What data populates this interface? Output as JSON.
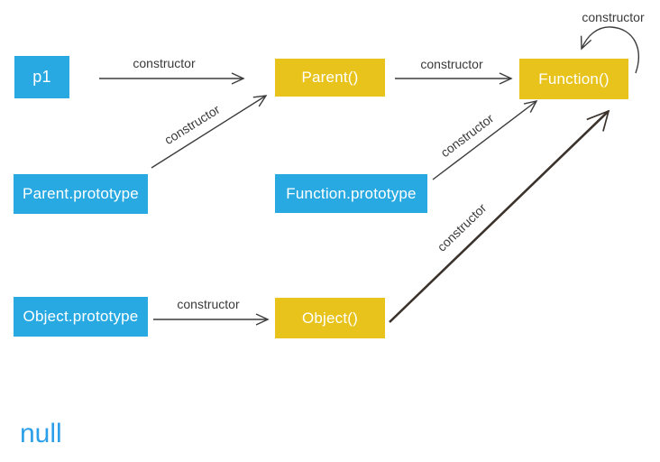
{
  "diagram": {
    "colors": {
      "instance_box": "#29A9E1",
      "function_box": "#E8C31B",
      "box_text": "#FFFFFF",
      "arrow": "#3C3C3C",
      "arrow_bold": "#3B332B",
      "edge_label_text": "#3A3A3A",
      "null_text": "#2B9FE8",
      "background": "#FFFFFF"
    },
    "nodes": [
      {
        "id": "p1",
        "label": "p1",
        "kind": "instance"
      },
      {
        "id": "parent-function",
        "label": "Parent()",
        "kind": "function"
      },
      {
        "id": "function-function",
        "label": "Function()",
        "kind": "function"
      },
      {
        "id": "parent-prototype",
        "label": "Parent.prototype",
        "kind": "prototype"
      },
      {
        "id": "function-prototype",
        "label": "Function.prototype",
        "kind": "prototype"
      },
      {
        "id": "object-prototype",
        "label": "Object.prototype",
        "kind": "prototype"
      },
      {
        "id": "object-function",
        "label": "Object()",
        "kind": "function"
      },
      {
        "id": "null",
        "label": "null",
        "kind": "text"
      }
    ],
    "edges": [
      {
        "from": "p1",
        "to": "Parent()",
        "label": "constructor"
      },
      {
        "from": "Parent()",
        "to": "Function()",
        "label": "constructor"
      },
      {
        "from": "Parent.prototype",
        "to": "Parent()",
        "label": "constructor"
      },
      {
        "from": "Function.prototype",
        "to": "Function()",
        "label": "constructor"
      },
      {
        "from": "Object.prototype",
        "to": "Object()",
        "label": "constructor"
      },
      {
        "from": "Object()",
        "to": "Function()",
        "label": "constructor",
        "style": "bold"
      },
      {
        "from": "Function()",
        "to": "Function()",
        "label": "constructor",
        "style": "self-loop"
      }
    ]
  }
}
